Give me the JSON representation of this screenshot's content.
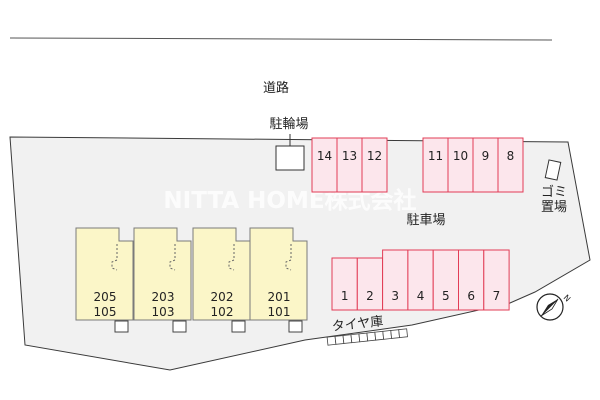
{
  "labels": {
    "road": "道路",
    "bicycle_parking": "駐輪場",
    "car_parking": "駐車場",
    "garbage_line1": "ゴミ",
    "garbage_line2": "置場",
    "tire_storage": "タイヤ庫"
  },
  "watermark": "NITTA HOME株式会社",
  "parking_slots_top_left": [
    "14",
    "13",
    "12"
  ],
  "parking_slots_top_right": [
    "11",
    "10",
    "9",
    "8"
  ],
  "parking_slots_bottom": [
    "1",
    "2",
    "3",
    "4",
    "5",
    "6",
    "7"
  ],
  "units": [
    {
      "upper": "205",
      "lower": "105"
    },
    {
      "upper": "203",
      "lower": "103"
    },
    {
      "upper": "202",
      "lower": "102"
    },
    {
      "upper": "201",
      "lower": "101"
    }
  ],
  "colors": {
    "lot_fill": "#f1f1f1",
    "parking_fill": "#fce6ec",
    "parking_stroke": "#e23c56",
    "unit_fill": "#fbf6c8",
    "unit_stroke": "#7a7a7a",
    "outline": "#3a3a3a"
  },
  "icons": [
    "north-compass-icon"
  ]
}
